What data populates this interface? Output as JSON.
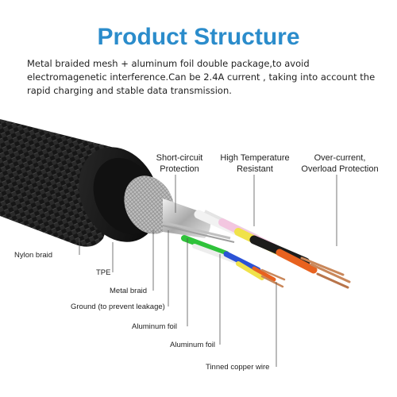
{
  "title": "Product Structure",
  "description": "Metal braided mesh + aluminum foil double package,to avoid electromagenetic interference.Can be 2.4A current ,  taking into account the rapid charging and stable data transmission.",
  "features": [
    {
      "line1": "Short-circuit",
      "line2": "Protection"
    },
    {
      "line1": "High Temperature",
      "line2": "Resistant"
    },
    {
      "line1": "Over-current,",
      "line2": "Overload Protection"
    }
  ],
  "labels": {
    "nylon_braid": "Nylon braid",
    "tpe": "TPE",
    "metal_braid": "Metal braid",
    "ground": "Ground (to prevent leakage)",
    "aluminum_foil_1": "Aluminum foil",
    "aluminum_foil_2": "Aluminum foil",
    "tinned_copper_wire": "Tinned copper wire"
  },
  "colors": {
    "title": "#2b8ccb",
    "braid": "#1a1a1a",
    "tpe": "#0d0d0d",
    "wire_white": "#f2f2f2",
    "wire_pink": "#f3c6e0",
    "wire_yellow": "#f0e24a",
    "wire_black": "#1c1c1c",
    "wire_orange": "#e8621f",
    "wire_green": "#2fc23a",
    "wire_blue": "#2b52d6",
    "copper": "#c9875a"
  }
}
